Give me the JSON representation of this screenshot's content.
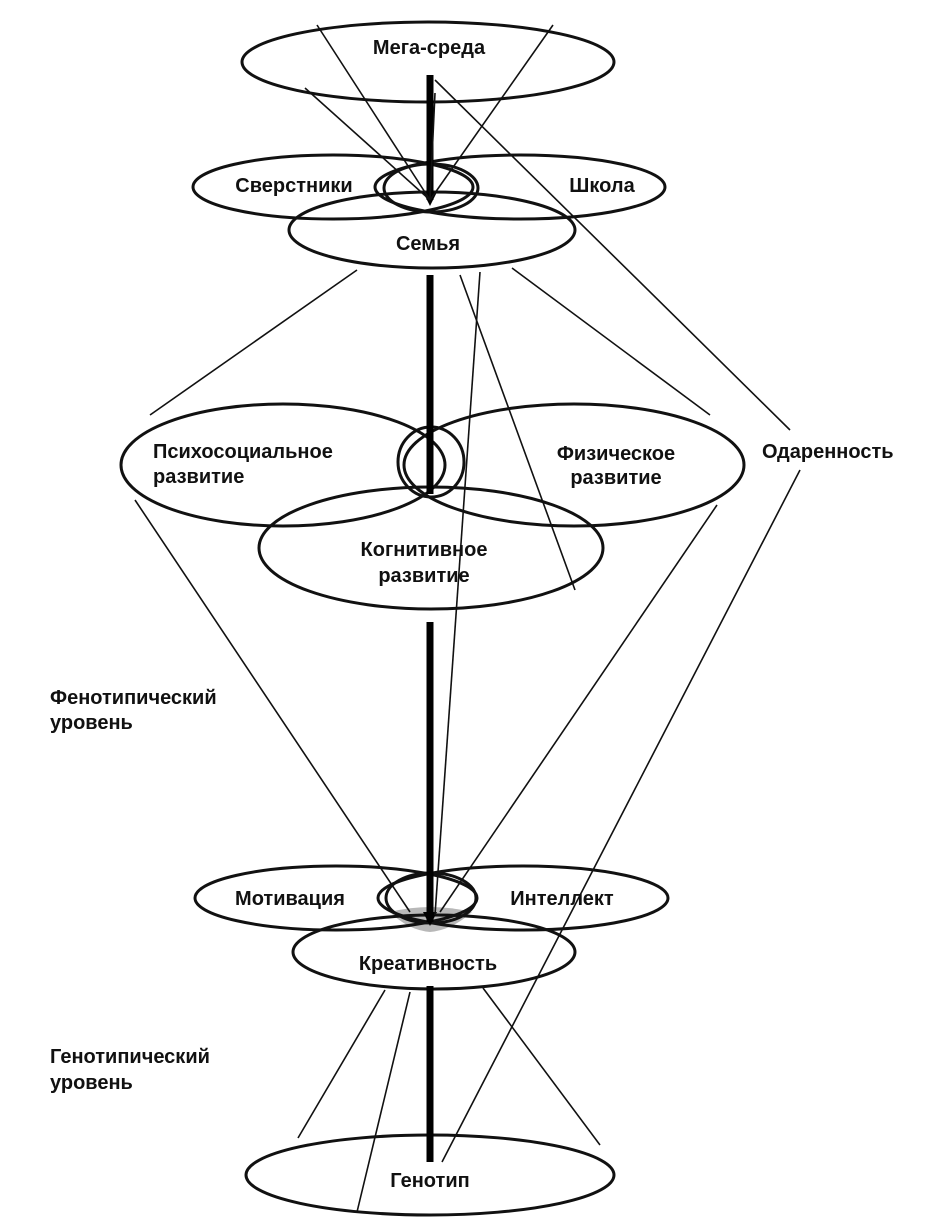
{
  "labels": {
    "mega_sreda": "Мега-среда",
    "sverstniki": "Сверстники",
    "shkola": "Школа",
    "semya": "Семья",
    "psikhosotsialnoe_1": "Психосоциальное",
    "psikhosotsialnoe_2": "развитие",
    "fizicheskoe_1": "Физическое",
    "fizicheskoe_2": "развитие",
    "kognitivnoe_1": "Когнитивное",
    "kognitivnoe_2": "развитие",
    "odarennost": "Одаренность",
    "fenotip_1": "Фенотипический",
    "fenotip_2": "уровень",
    "motivatsiya": "Мотивация",
    "intellekt": "Интеллект",
    "kreativnost": "Креативность",
    "genotip_level_1": "Генотипический",
    "genotip_level_2": "уровень",
    "genotip": "Генотип"
  }
}
